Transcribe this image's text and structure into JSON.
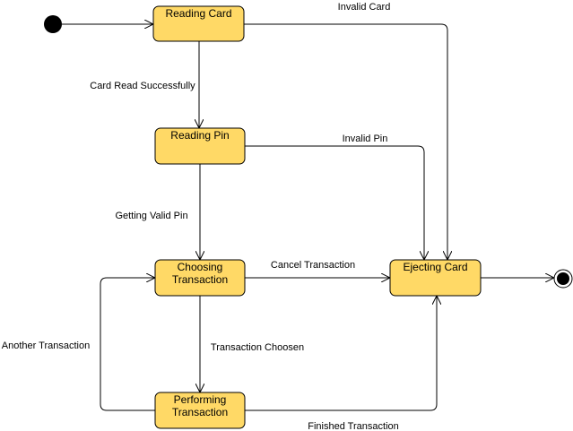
{
  "diagram": {
    "states": {
      "reading_card": "Reading Card",
      "reading_pin": "Reading Pin",
      "choosing_line1": "Choosing",
      "choosing_line2": "Transaction",
      "performing_line1": "Performing",
      "performing_line2": "Transaction",
      "ejecting_card": "Ejecting Card"
    },
    "transitions": {
      "invalid_card": "Invalid Card",
      "card_read_successfully": "Card Read Successfully",
      "invalid_pin": "Invalid Pin",
      "getting_valid_pin": "Getting Valid Pin",
      "cancel_transaction": "Cancel Transaction",
      "transaction_choosen": "Transaction Choosen",
      "another_transaction": "Another Transaction",
      "finished_transaction": "Finished Transaction"
    },
    "colors": {
      "state_fill": "#ffd966",
      "stroke": "#000000"
    }
  }
}
